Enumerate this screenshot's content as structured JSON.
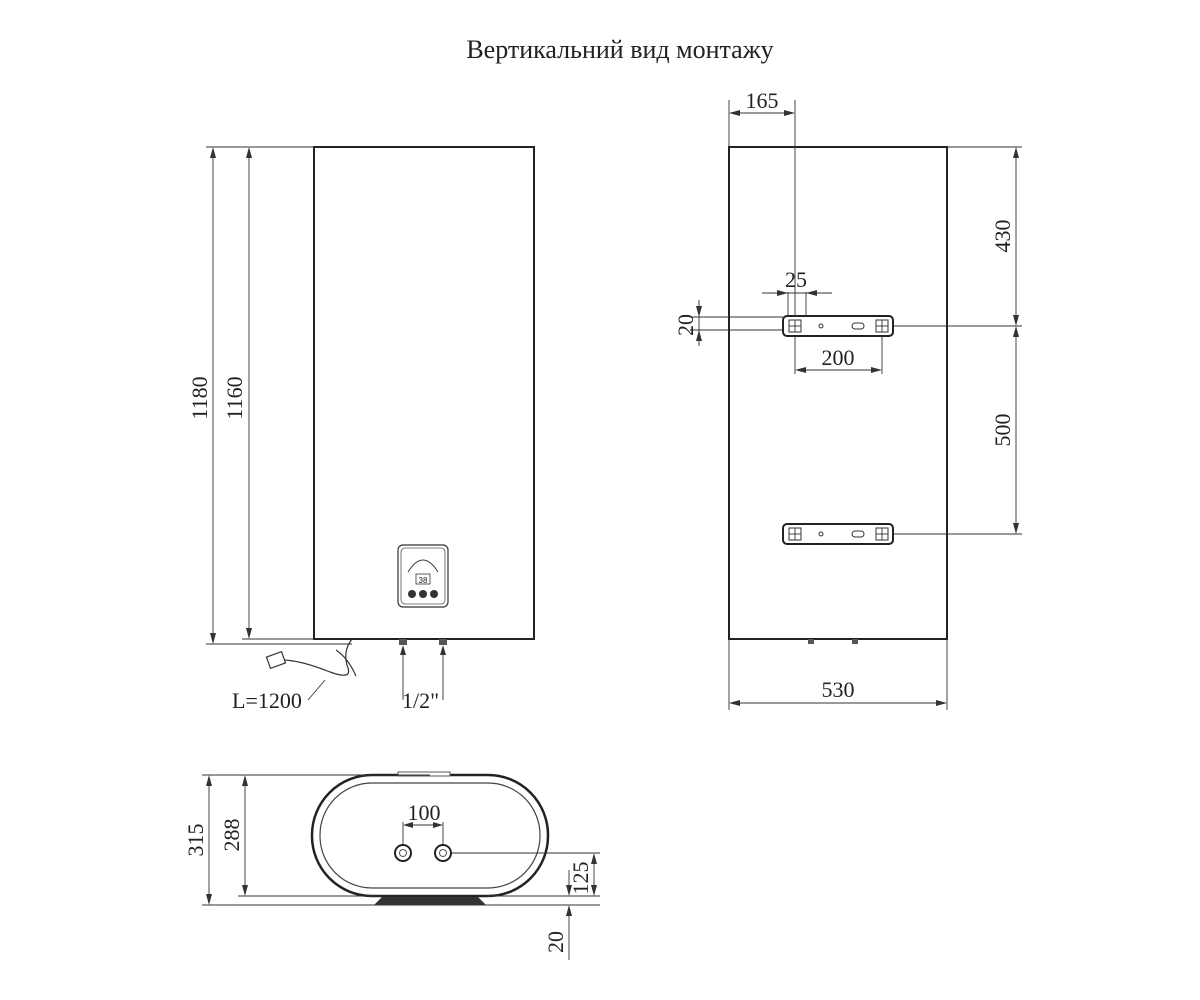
{
  "title": "Вертикальний вид монтажу",
  "front_view": {
    "height_total": "1180",
    "height_body": "1160",
    "cable_length": "L=1200",
    "pipe_thread": "1/2\"",
    "panel_temperature": "38"
  },
  "rear_view": {
    "offset_top_left": "165",
    "bracket_width": "25",
    "bracket_height": "20",
    "bracket_spacing_h": "200",
    "top_to_bracket": "430",
    "bracket_to_bracket": "500",
    "width_total": "530"
  },
  "bottom_view": {
    "depth_total": "315",
    "depth_body": "288",
    "pipe_spacing": "100",
    "pipe_axis_height": "125",
    "bracket_gap": "20"
  }
}
